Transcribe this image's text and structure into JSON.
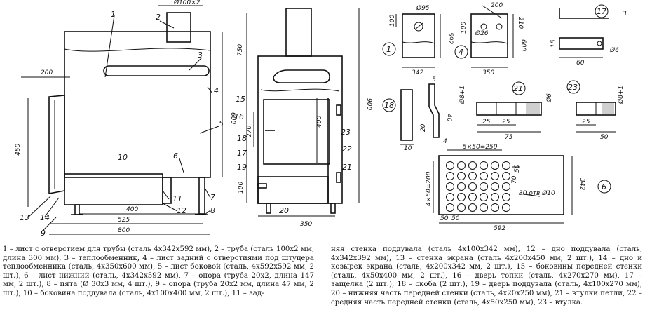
{
  "callouts_main": [
    "1",
    "2",
    "3",
    "4",
    "5",
    "6",
    "7",
    "8",
    "9",
    "10",
    "11",
    "12",
    "13",
    "14"
  ],
  "callouts_front": [
    "15",
    "16",
    "17",
    "18",
    "19",
    "20",
    "21",
    "22",
    "23"
  ],
  "callouts_parts": {
    "p1": "1",
    "p4": "4",
    "p17": "17",
    "p18": "18",
    "p21": "21",
    "p23": "23",
    "p6": "6"
  },
  "dims_main": {
    "pipe_top": "Ø100×2",
    "d200": "200",
    "d450": "450",
    "d600": "600",
    "d400": "400",
    "d525": "525",
    "d800": "800"
  },
  "dims_front": {
    "d750": "750",
    "d900": "900",
    "d270": "270",
    "d400": "400",
    "d100": "100",
    "d350": "350"
  },
  "dims_p1": {
    "d95": "Ø95",
    "d100": "100",
    "d592": "592",
    "d342": "342"
  },
  "dims_p4": {
    "d200": "200",
    "d26": "Ø26",
    "d210": "210",
    "d100": "100",
    "d600": "600",
    "d350": "350"
  },
  "dims_p17": {
    "d3": "3",
    "d15": "15",
    "d6": "Ø6",
    "d60": "60"
  },
  "dims_p18": {
    "d5": "5",
    "d40": "40",
    "d10": "10",
    "d4": "4",
    "d20": "20"
  },
  "dims_p21": {
    "d6": "Ø6",
    "d8": "Ø8+1",
    "d25a": "25",
    "d25b": "25",
    "d75": "75"
  },
  "dims_p23": {
    "d8": "Ø8+1",
    "d25": "25",
    "d50": "50"
  },
  "dims_p6": {
    "top": "5×50=250",
    "left": "4×50=200",
    "hole": "30 отв.Ø10",
    "r50": "50",
    "r70": "70",
    "b50a": "50",
    "b50b": "50",
    "b592": "592",
    "r342": "342"
  },
  "caption_left": "1 – лист с отверстием для трубы (сталь 4x342x592 мм), 2 – труба (сталь 100x2 мм, длина 300 мм), 3 – теплообменник, 4 – лист задний с отверстиями под штуцера теплообменника (сталь, 4x350x600 мм), 5 – лист боковой (сталь, 4x592x592 мм, 2 шт.), 6 – лист нижний (сталь, 4x342x592 мм), 7 – опора (труба 20x2, длина 147 мм, 2 шт.), 8 – пята (Ø 30x3 мм, 4 шт.), 9 – опора (труба 20x2 мм, длина 47 мм, 2 шт.), 10 – боковина поддувала (сталь, 4x100x400 мм, 2 шт.), 11 – зад-",
  "caption_right": "няя стенка поддувала (сталь 4x100x342 мм), 12 – дно поддувала (сталь, 4x342x392 мм), 13 – стенка экрана (сталь 4x200x450 мм, 2 шт.), 14 – дно и козырек экрана (сталь, 4x200x342 мм, 2 шт.), 15 – боковины передней стенки (сталь, 4x50x400 мм, 2 шт.), 16 – дверь топки (сталь, 4x270x270 мм), 17 – защелка (2 шт.), 18 – скоба (2 шт.), 19 – дверь поддувала (сталь, 4x100x270 мм), 20 – нижняя часть передней стенки (сталь, 4x20x250 мм), 21 – втулки петли, 22 – средняя часть передней стенки (сталь, 4x50x250 мм), 23 – втулка."
}
